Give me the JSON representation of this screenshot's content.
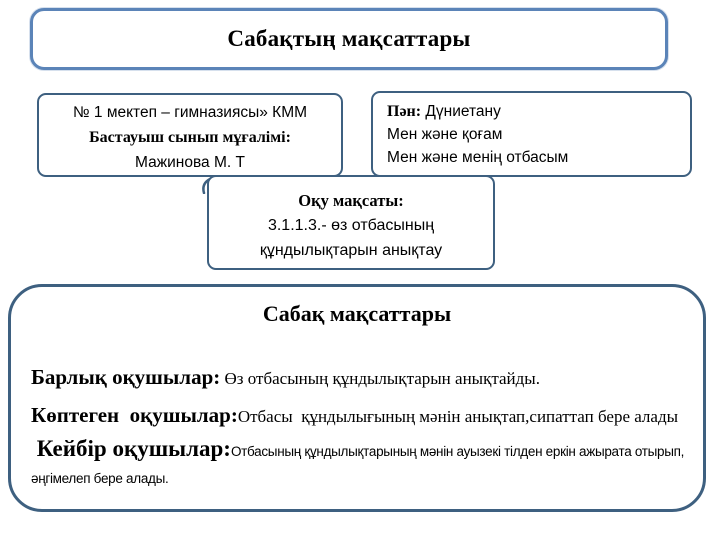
{
  "colors": {
    "background": "#ffffff",
    "title_border": "#5b84b8",
    "box_border": "#3e6080",
    "text": "#000000"
  },
  "title_box": {
    "text": "Сабақтың мақсаттары"
  },
  "school_box": {
    "line1": "№ 1 мектеп – гимназиясы» КММ",
    "line2": "Бастауыш сынып мұғалімі:",
    "line3": "Мажинова М. Т"
  },
  "subject_box": {
    "label": "Пән:",
    "subject": " Дүниетану",
    "line2": "Мен және қоғам",
    "line3": "Мен және менің отбасым"
  },
  "objective_box": {
    "label": "Оқу мақсаты:",
    "line1": "3.1.1.3.- өз отбасының",
    "line2": "құндылықтарын анықтау"
  },
  "goals_box": {
    "heading": "Сабақ мақсаттары",
    "items": [
      {
        "label": "Барлық оқушылар:",
        "text": " Өз отбасының құндылықтарын анықтайды."
      },
      {
        "label": "Көптеген  оқушылар:",
        "text": "Отбасы  құндылығының мәнін анықтап,сипаттап бере алады"
      },
      {
        "label": " Кейбір оқушылар:",
        "text": "Отбасының құндылықтарының мәнін ауызекі тілден еркін ажырата отырып, әңгімелеп бере алады."
      }
    ]
  }
}
